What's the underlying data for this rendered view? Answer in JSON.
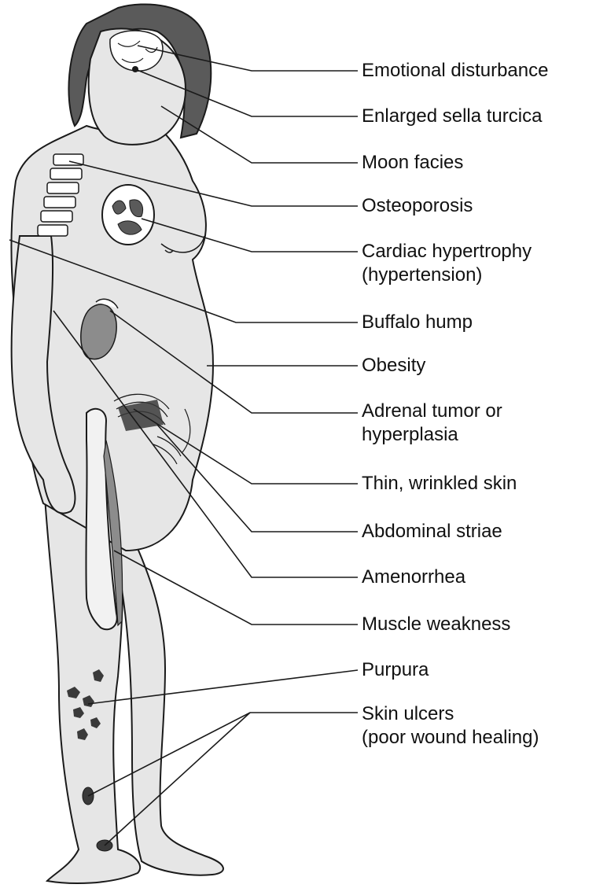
{
  "labels": {
    "emotional_disturbance": "Emotional disturbance",
    "enlarged_sella_turcica": "Enlarged sella turcica",
    "moon_facies": "Moon facies",
    "osteoporosis": "Osteoporosis",
    "cardiac_hypertrophy_line1": "Cardiac hypertrophy",
    "cardiac_hypertrophy_line2": "(hypertension)",
    "buffalo_hump": "Buffalo hump",
    "obesity": "Obesity",
    "adrenal_tumor_line1": "Adrenal tumor or",
    "adrenal_tumor_line2": "hyperplasia",
    "thin_wrinkled_skin": "Thin, wrinkled skin",
    "abdominal_striae": "Abdominal striae",
    "amenorrhea": "Amenorrhea",
    "muscle_weakness": "Muscle weakness",
    "purpura": "Purpura",
    "skin_ulcers_line1": "Skin ulcers",
    "skin_ulcers_line2": "(poor wound healing)"
  },
  "colors": {
    "skin": "#e6e6e6",
    "hair": "#5a5a5a",
    "outline": "#1a1a1a",
    "organ": "#8c8c8c",
    "lesion": "#3a3a3a",
    "bone": "#f2f2f2"
  }
}
